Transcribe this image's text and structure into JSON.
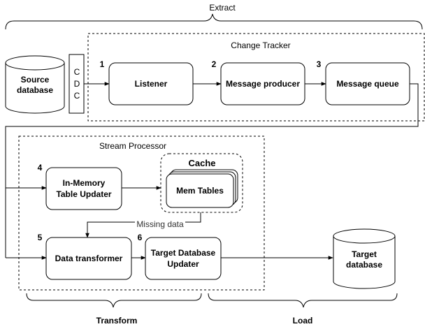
{
  "phases": {
    "extract": "Extract",
    "transform": "Transform",
    "load": "Load"
  },
  "groups": {
    "change_tracker": "Change Tracker",
    "stream_processor": "Stream Processor",
    "cache": "Cache"
  },
  "nodes": {
    "source_db": [
      "Source",
      "database"
    ],
    "cdc": [
      "C",
      "D",
      "C"
    ],
    "listener": "Listener",
    "message_producer": "Message producer",
    "message_queue": "Message queue",
    "in_memory": [
      "In-Memory",
      "Table Updater"
    ],
    "mem_tables": "Mem Tables",
    "data_transformer": "Data transformer",
    "target_updater": [
      "Target Database",
      "Updater"
    ],
    "target_db": [
      "Target",
      "database"
    ]
  },
  "steps": {
    "s1": "1",
    "s2": "2",
    "s3": "3",
    "s4": "4",
    "s5": "5",
    "s6": "6"
  },
  "edge_labels": {
    "missing_data": "Missing data"
  }
}
